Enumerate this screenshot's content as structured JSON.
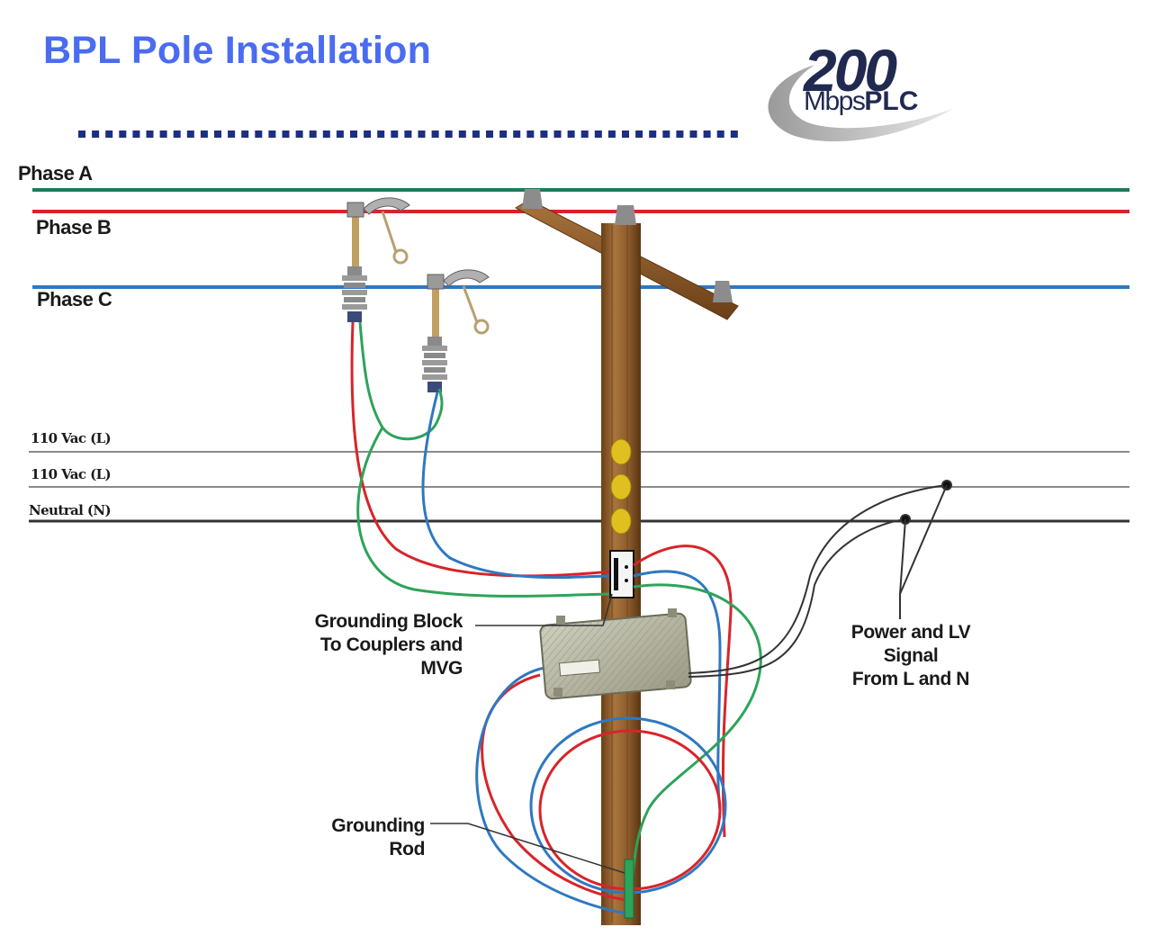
{
  "title": "BPL Pole Installation",
  "logo": {
    "number": "200",
    "unit": "Mbps",
    "product": "PLC"
  },
  "lines": {
    "phase_a": "Phase A",
    "phase_b": "Phase B",
    "phase_c": "Phase C",
    "low_1": "110 Vac (L)",
    "low_2": "110 Vac (L)",
    "neutral": "Neutral (N)"
  },
  "callouts": {
    "grounding_block": [
      "Grounding Block",
      "To Couplers and",
      "MVG"
    ],
    "power_signal": [
      "Power and LV",
      "Signal",
      "From L and N"
    ],
    "grounding_rod": [
      "Grounding",
      "Rod"
    ]
  },
  "colors": {
    "title": "#4a6cf0",
    "phase_a": "#1f7a5a",
    "phase_b": "#d8242a",
    "phase_c": "#2f78c0",
    "wire_red": "#d8242a",
    "wire_green": "#2ea35a",
    "wire_blue": "#2f78c0",
    "pole": "#8a5a2a",
    "dots": "#1c2f80"
  }
}
